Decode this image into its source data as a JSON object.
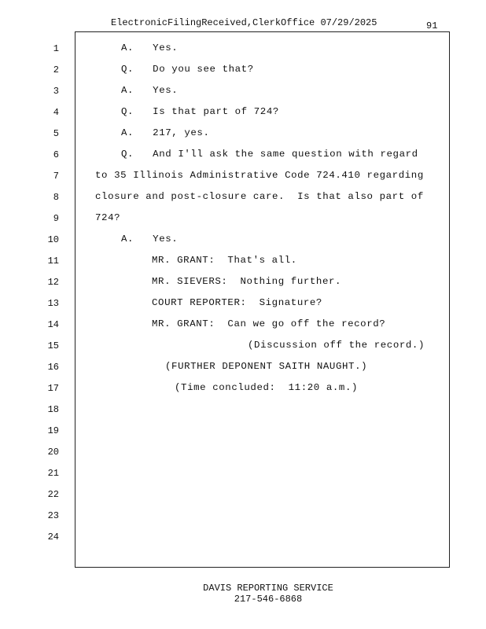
{
  "header": {
    "stamp": "ElectronicFilingReceived,ClerkOffice 07/29/2025",
    "page_number": "91"
  },
  "lines": [
    {
      "num": "1",
      "text": "A.   Yes."
    },
    {
      "num": "2",
      "text": "Q.   Do you see that?"
    },
    {
      "num": "3",
      "text": "A.   Yes."
    },
    {
      "num": "4",
      "text": "Q.   Is that part of 724?"
    },
    {
      "num": "5",
      "text": "A.   217, yes."
    },
    {
      "num": "6",
      "text": "Q.   And I'll ask the same question with regard"
    },
    {
      "num": "7",
      "text": "to 35 Illinois Administrative Code 724.410 regarding"
    },
    {
      "num": "8",
      "text": "closure and post-closure care.  Is that also part of"
    },
    {
      "num": "9",
      "text": "724?"
    },
    {
      "num": "10",
      "text": "A.   Yes."
    },
    {
      "num": "11",
      "text": "MR. GRANT:  That's all."
    },
    {
      "num": "12",
      "text": "MR. SIEVERS:  Nothing further."
    },
    {
      "num": "13",
      "text": "COURT REPORTER:  Signature?"
    },
    {
      "num": "14",
      "text": "MR. GRANT:  Can we go off the record?"
    },
    {
      "num": "15",
      "text": "(Discussion off the record.)"
    },
    {
      "num": "16",
      "text": "(FURTHER DEPONENT SAITH NAUGHT.)"
    },
    {
      "num": "17",
      "text": "(Time concluded:  11:20 a.m.)"
    },
    {
      "num": "18",
      "text": ""
    },
    {
      "num": "19",
      "text": ""
    },
    {
      "num": "20",
      "text": ""
    },
    {
      "num": "21",
      "text": ""
    },
    {
      "num": "22",
      "text": ""
    },
    {
      "num": "23",
      "text": ""
    },
    {
      "num": "24",
      "text": ""
    }
  ],
  "footer": {
    "company": "DAVIS REPORTING SERVICE",
    "phone": "217-546-6868"
  }
}
